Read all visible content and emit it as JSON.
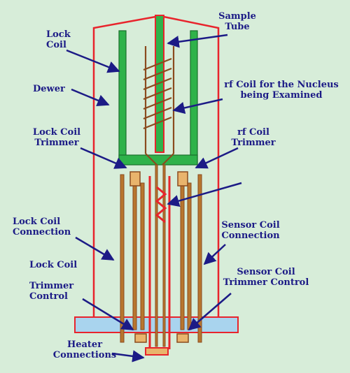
{
  "labels": {
    "sample_tube": "Sample\nTube",
    "lock_coil": "Lock\nCoil",
    "dewer": "Dewer",
    "rf_coil_nucleus": "rf Coil for the Nucleus\nbeing Examined",
    "lock_coil_trimmer": "Lock Coil\nTrimmer",
    "rf_coil_trimmer": "rf Coil\nTrimmer",
    "lock_coil_connection": "Lock Coil\nConnection",
    "sensor_coil_connection": "Sensor Coil\nConnection",
    "lock_coil_trimmer_control": "Lock Coil\n\nTrimmer\nControl",
    "sensor_coil_trimmer_control": "Sensor Coil\nTrimmer Control",
    "heater_connections": "Heater\nConnections"
  },
  "colors": {
    "background": "#d7edd9",
    "dewer_outline": "#e8242c",
    "lock_coil": "#2fb24a",
    "label_text": "#1c1b86",
    "rod": "#b8762e",
    "trimmer": "#e9b46c",
    "base_plate": "#a9d4ee",
    "heater": "#e8242c"
  }
}
